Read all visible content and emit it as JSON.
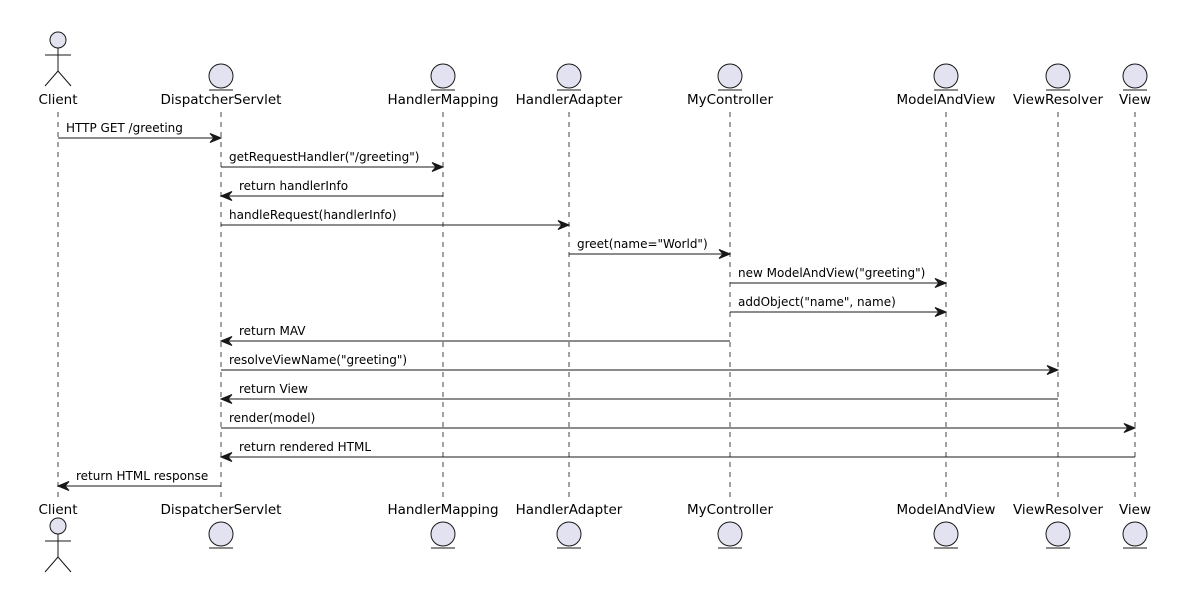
{
  "diagram": {
    "colors": {
      "participant_fill": "#e2e2f0",
      "participant_stroke": "#181818",
      "lifeline": "#181818",
      "arrow": "#181818",
      "background": "#ffffff"
    },
    "participants": [
      {
        "id": "client",
        "label": "Client",
        "kind": "actor",
        "icon": "actor-icon"
      },
      {
        "id": "dispatcher",
        "label": "DispatcherServlet",
        "kind": "entity",
        "icon": "entity-icon"
      },
      {
        "id": "mapping",
        "label": "HandlerMapping",
        "kind": "entity",
        "icon": "entity-icon"
      },
      {
        "id": "adapter",
        "label": "HandlerAdapter",
        "kind": "entity",
        "icon": "entity-icon"
      },
      {
        "id": "controller",
        "label": "MyController",
        "kind": "entity",
        "icon": "entity-icon"
      },
      {
        "id": "mav",
        "label": "ModelAndView",
        "kind": "entity",
        "icon": "entity-icon"
      },
      {
        "id": "resolver",
        "label": "ViewResolver",
        "kind": "entity",
        "icon": "entity-icon"
      },
      {
        "id": "view",
        "label": "View",
        "kind": "entity",
        "icon": "entity-icon"
      }
    ],
    "messages": [
      {
        "from": "client",
        "to": "dispatcher",
        "label": "HTTP GET /greeting"
      },
      {
        "from": "dispatcher",
        "to": "mapping",
        "label": "getRequestHandler(\"/greeting\")"
      },
      {
        "from": "mapping",
        "to": "dispatcher",
        "label": "return handlerInfo"
      },
      {
        "from": "dispatcher",
        "to": "adapter",
        "label": "handleRequest(handlerInfo)"
      },
      {
        "from": "adapter",
        "to": "controller",
        "label": "greet(name=\"World\")"
      },
      {
        "from": "controller",
        "to": "mav",
        "label": "new ModelAndView(\"greeting\")"
      },
      {
        "from": "controller",
        "to": "mav",
        "label": "addObject(\"name\", name)"
      },
      {
        "from": "controller",
        "to": "dispatcher",
        "label": "return MAV"
      },
      {
        "from": "dispatcher",
        "to": "resolver",
        "label": "resolveViewName(\"greeting\")"
      },
      {
        "from": "resolver",
        "to": "dispatcher",
        "label": "return View"
      },
      {
        "from": "dispatcher",
        "to": "view",
        "label": "render(model)"
      },
      {
        "from": "view",
        "to": "dispatcher",
        "label": "return rendered HTML"
      },
      {
        "from": "dispatcher",
        "to": "client",
        "label": "return HTML response"
      }
    ]
  }
}
